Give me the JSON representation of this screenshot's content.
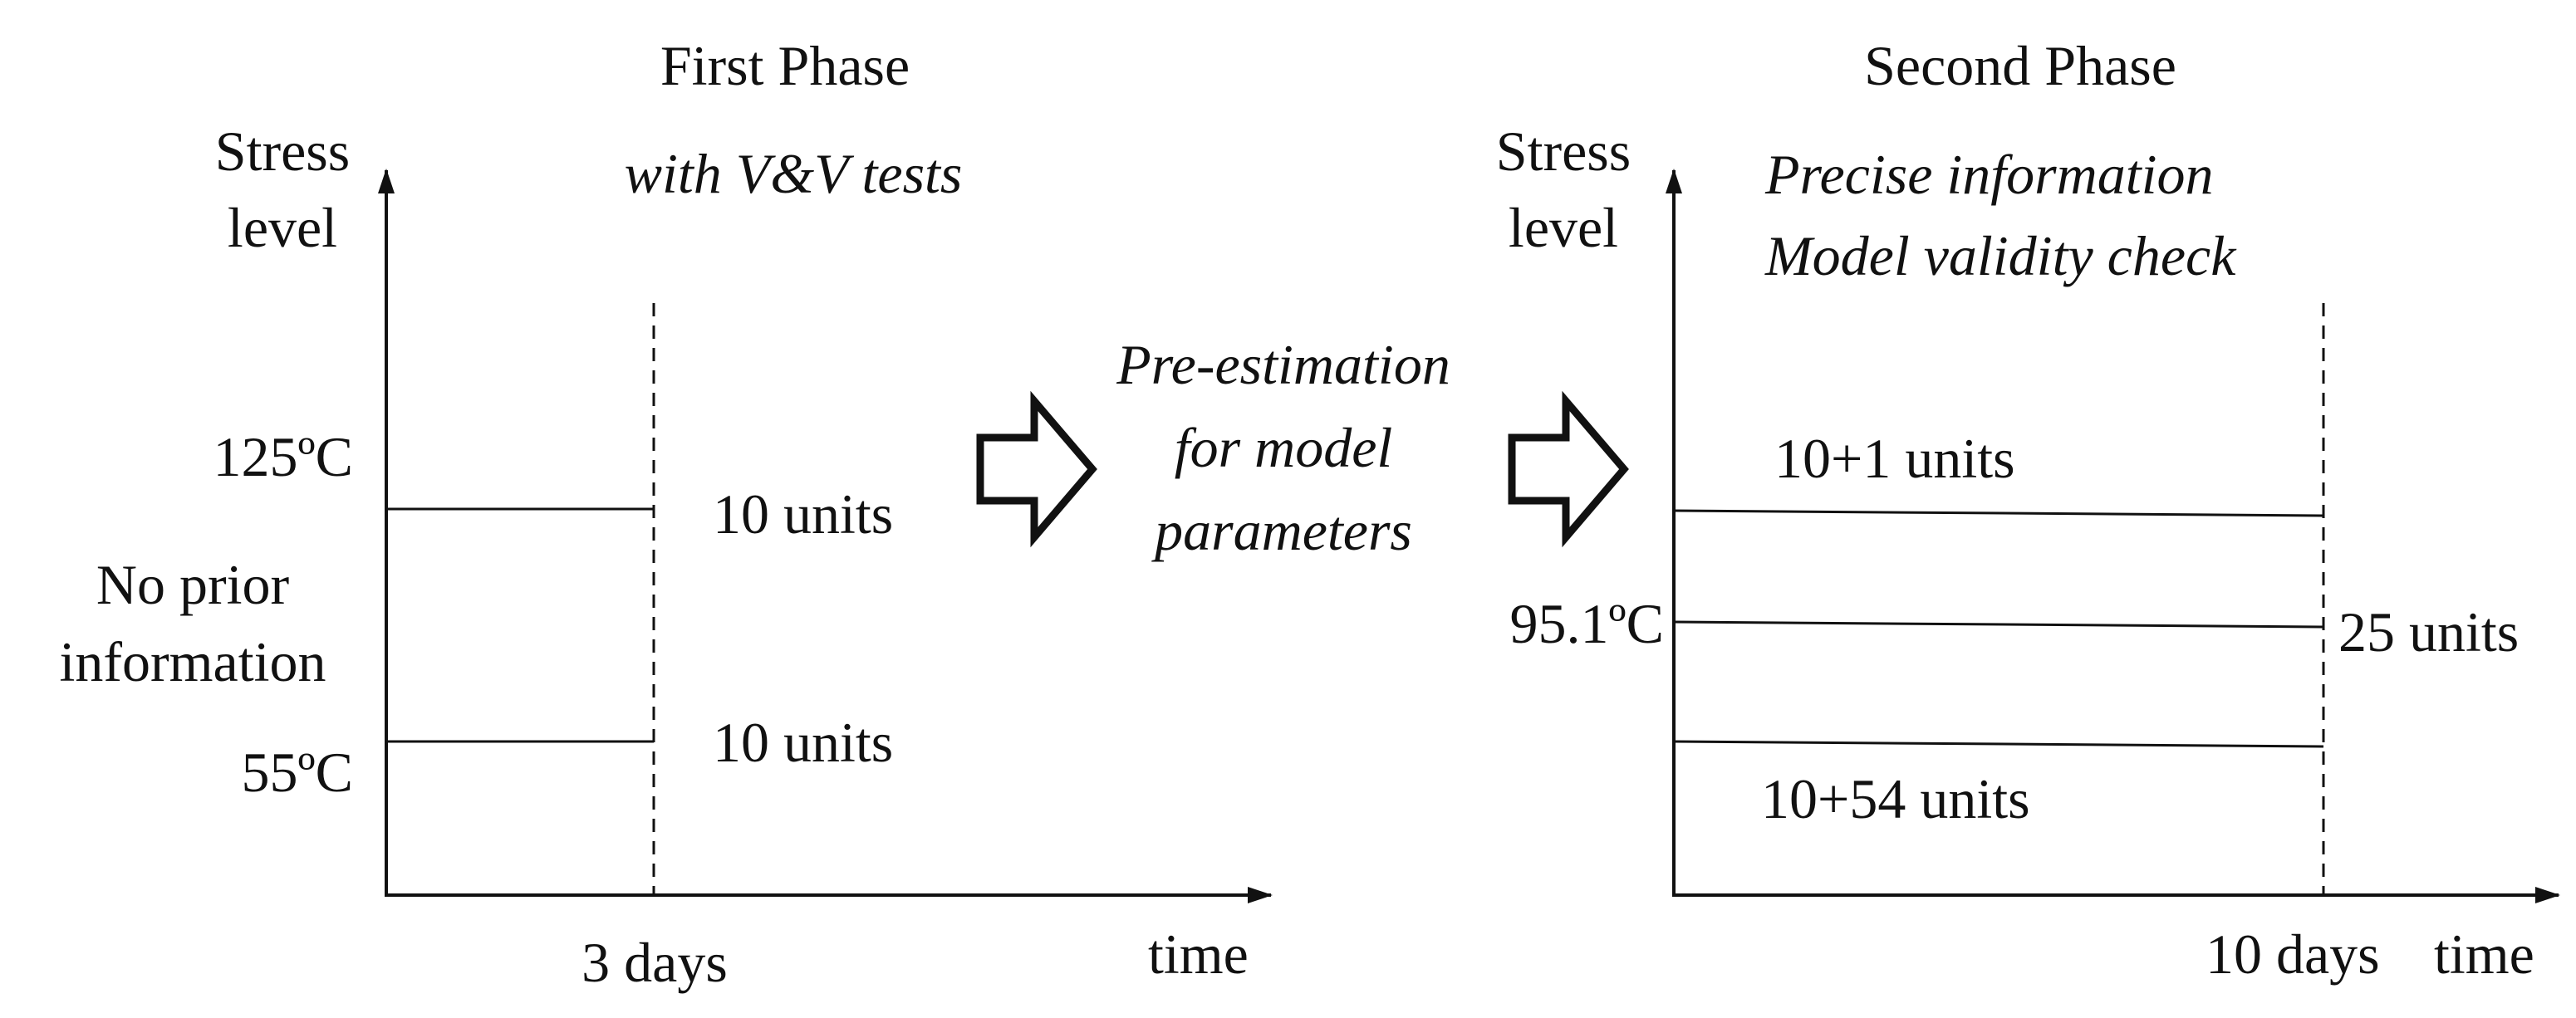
{
  "first_phase": {
    "title": "First Phase",
    "subtitle": "with V&V tests",
    "y_label_line1": "Stress",
    "y_label_line2": "level",
    "x_label": "time",
    "stress_high": "125ºC",
    "stress_low": "55ºC",
    "units_high": "10 units",
    "units_low": "10 units",
    "time_mark": "3 days",
    "note_line1": "No prior",
    "note_line2": "information"
  },
  "middle": {
    "line1": "Pre-estimation",
    "line2": "for model",
    "line3": "parameters"
  },
  "second_phase": {
    "title": "Second Phase",
    "subtitle_line1": "Precise information",
    "subtitle_line2": "Model validity check",
    "y_label_line1": "Stress",
    "y_label_line2": "level",
    "x_label": "time",
    "stress_mid": "95.1ºC",
    "units_high": "10+1 units",
    "units_mid": "25 units",
    "units_low": "10+54 units",
    "time_mark": "10 days"
  }
}
